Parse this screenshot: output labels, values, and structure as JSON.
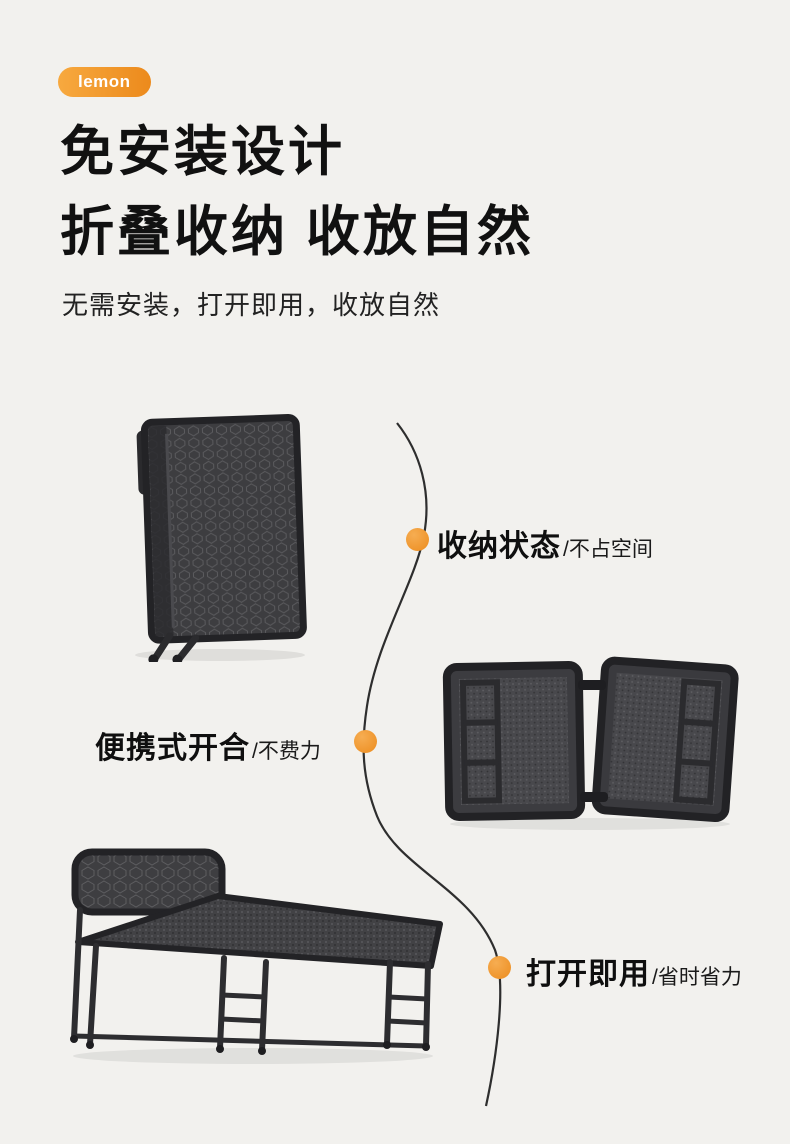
{
  "page": {
    "background": "#f2f1ee",
    "accent": "#ee9434",
    "text_color": "#141414"
  },
  "badge": {
    "label": "lemon"
  },
  "heading": {
    "line1": "免安装设计",
    "line2": "折叠收纳 收放自然"
  },
  "subtitle": "无需安装，打开即用，收放自然",
  "features": [
    {
      "title": "收纳状态",
      "note": "/不占空间"
    },
    {
      "title": "便携式开合",
      "note": "/不费力"
    },
    {
      "title": "打开即用",
      "note": "/省时省力"
    }
  ],
  "images": {
    "folded_bed": "folded-bed-photo",
    "half_open_bed": "half-open-bed-photo",
    "open_bed": "open-bed-photo"
  }
}
